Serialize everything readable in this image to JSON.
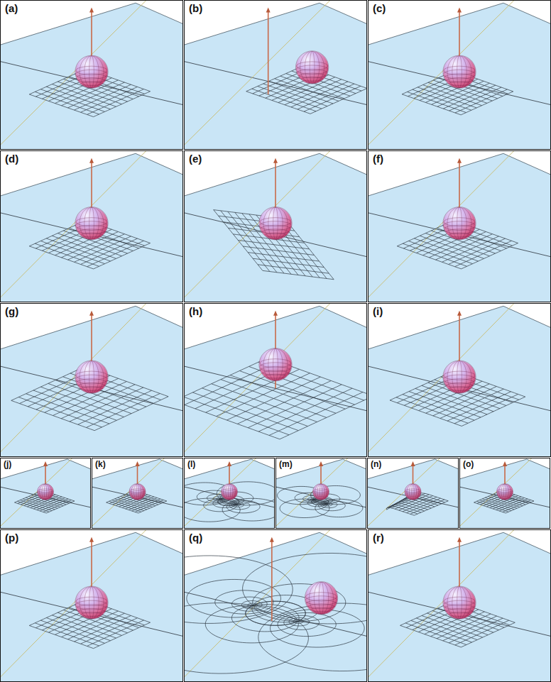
{
  "diagram": {
    "labels": [
      "(a)",
      "(b)",
      "(c)",
      "(d)",
      "(e)",
      "(f)",
      "(g)",
      "(h)",
      "(i)",
      "(j)",
      "(k)",
      "(l)",
      "(m)",
      "(n)",
      "(o)",
      "(p)",
      "(q)",
      "(r)"
    ]
  }
}
